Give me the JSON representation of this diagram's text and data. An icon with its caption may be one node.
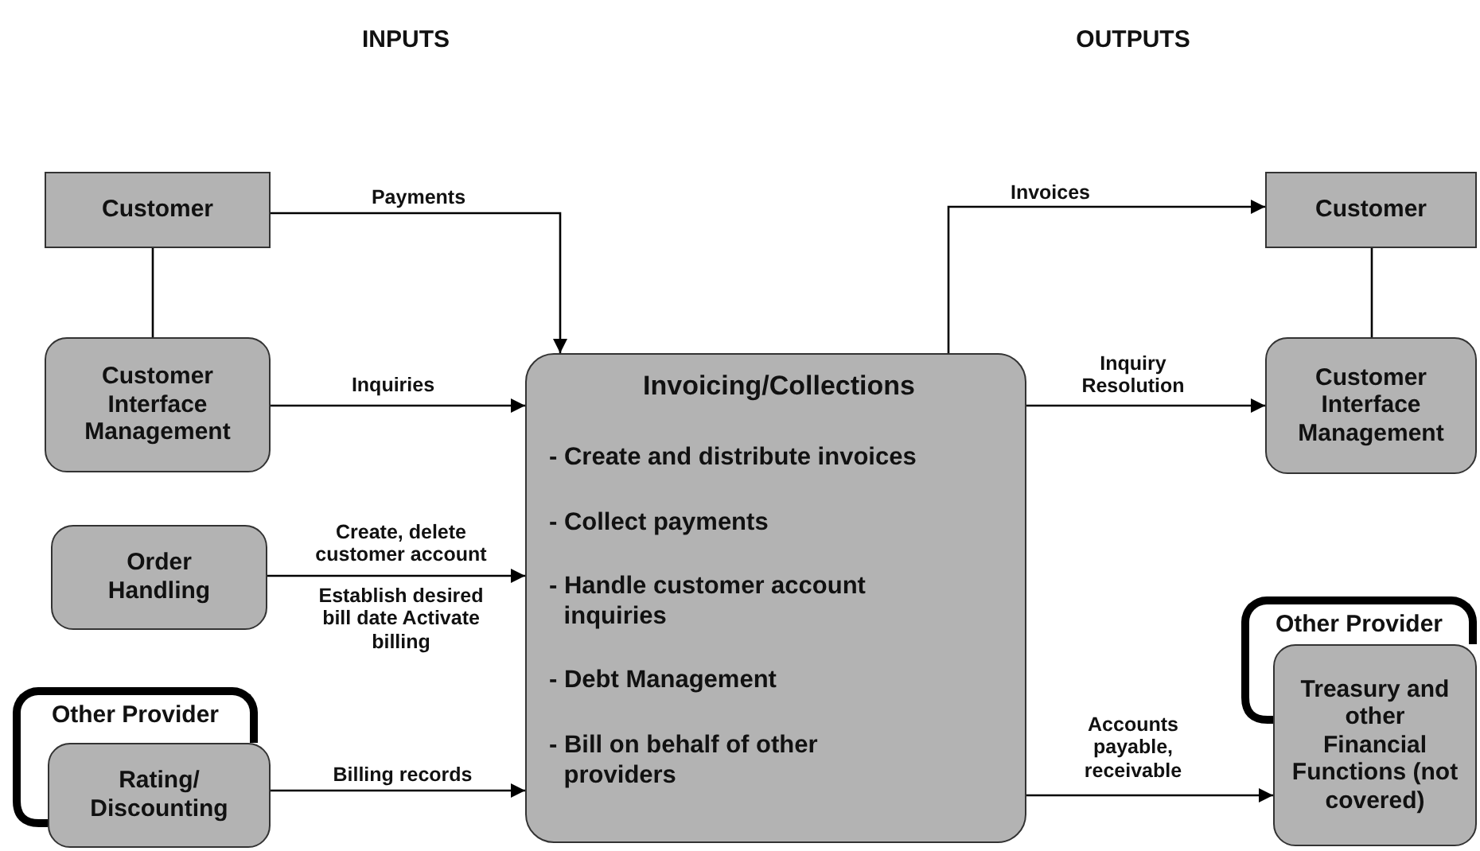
{
  "diagram": {
    "nodes": [
      {
        "text": [
          "Customer"
        ]
      },
      {
        "text": [
          "Customer Interface Management"
        ]
      },
      {
        "text": [
          "Order Handling"
        ]
      },
      {
        "text": [
          "Other Provider"
        ]
      },
      {
        "text": [
          "Rating/ Discounting"
        ]
      },
      {
        "text": [
          "Invoicing/Collections",
          "- Create and distribute invoices",
          "- Collect payments",
          "- Handle customer account inquiries",
          "- Debt Management",
          "- Bill on behalf of other providers"
        ]
      },
      {
        "text": [
          "Customer"
        ]
      },
      {
        "text": [
          "Customer Interface Management"
        ]
      },
      {
        "text": [
          "Other Provider"
        ]
      },
      {
        "text": [
          "Treasury and other Financial Functions (not covered)"
        ]
      }
    ],
    "edges": [
      {
        "from": 0,
        "to": 1,
        "arrow": "none"
      },
      {
        "from": 0,
        "to": 5,
        "arrow": "to",
        "label": "Payments"
      },
      {
        "from": 1,
        "to": 5,
        "arrow": "to",
        "label": "Inquiries"
      },
      {
        "from": 2,
        "to": 5,
        "arrow": "to",
        "label": "Create, delete customer account"
      },
      {
        "from": 4,
        "to": 5,
        "arrow": "to",
        "label": "Billing records"
      },
      {
        "from": 5,
        "to": 6,
        "arrow": "to",
        "label": "Invoices"
      },
      {
        "from": 5,
        "to": 7,
        "arrow": "to",
        "label": "Inquiry Resolution"
      },
      {
        "from": 6,
        "to": 7,
        "arrow": "none"
      },
      {
        "from": 5,
        "to": 9,
        "arrow": "to",
        "label": "Accounts payable, receivable"
      }
    ],
    "labels": [
      "INPUTS",
      "OUTPUTS",
      "Establish desired bill date Activate billing"
    ]
  }
}
